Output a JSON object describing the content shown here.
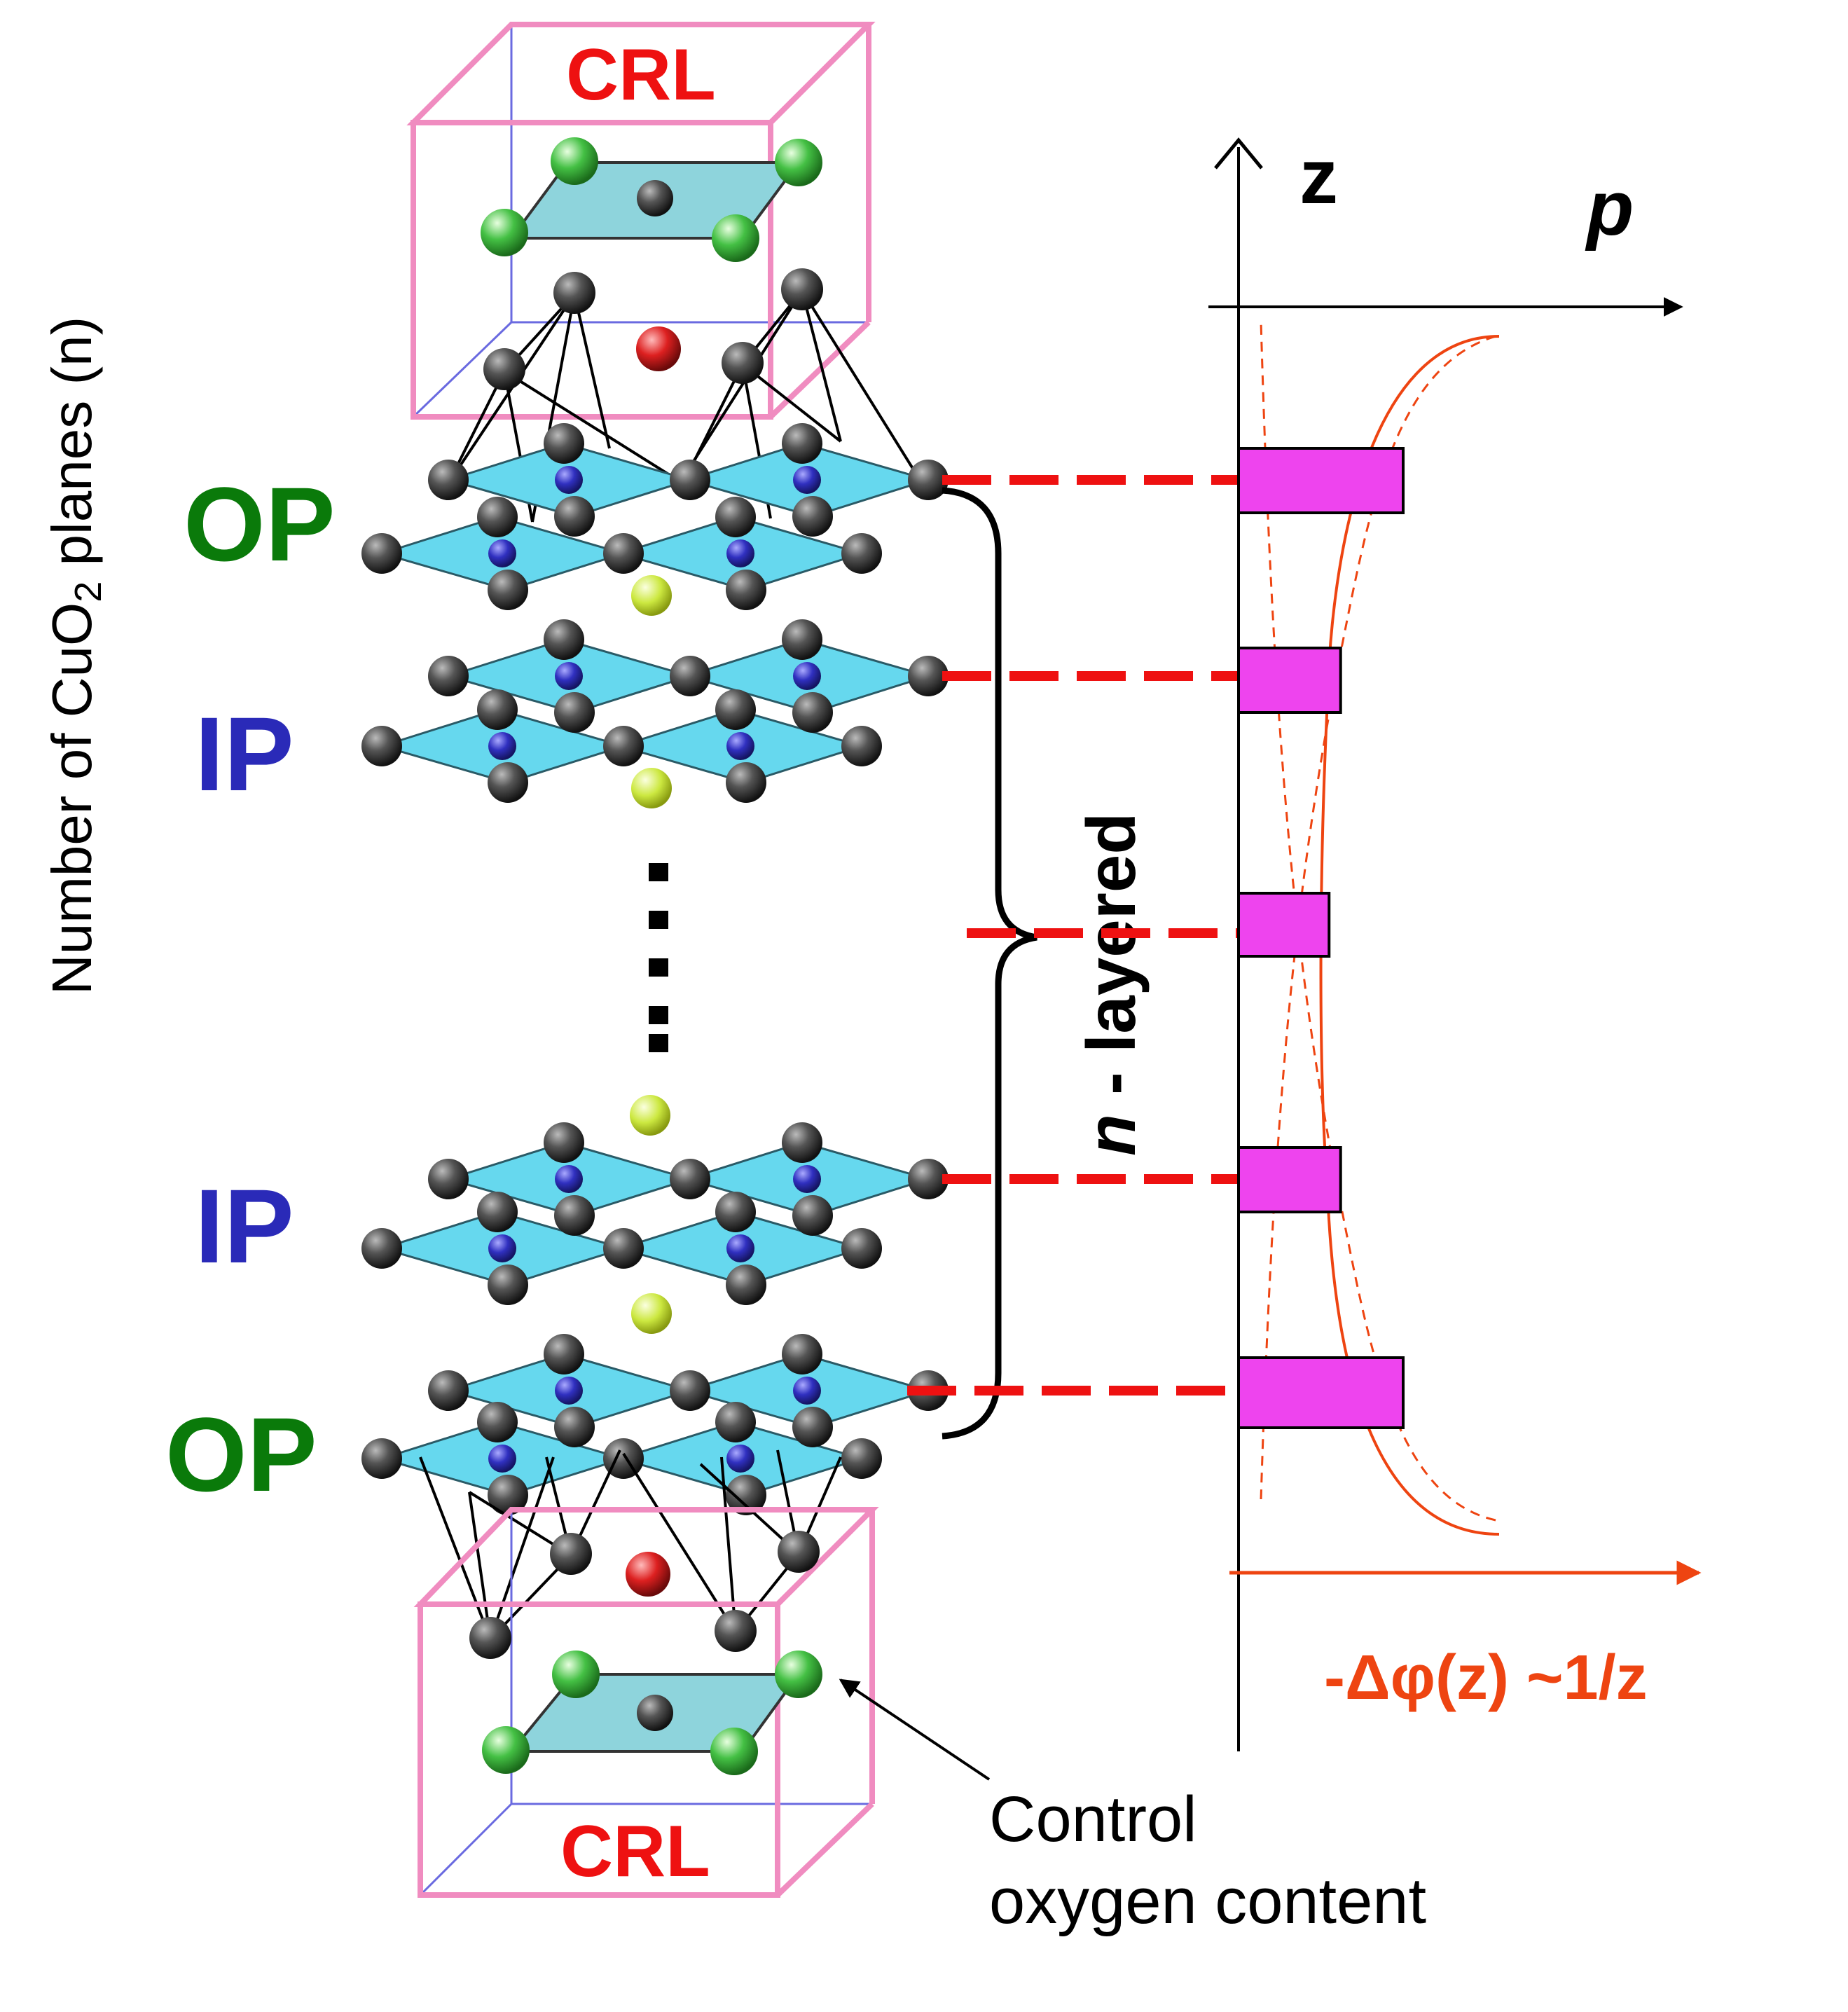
{
  "labels": {
    "crl_top": "CRL",
    "crl_bottom": "CRL",
    "op_top": "OP",
    "ip_top": "IP",
    "ip_bottom": "IP",
    "op_bottom": "OP",
    "vertical_axis_prefix": "Number of CuO",
    "vertical_axis_subscript": "2",
    "vertical_axis_suffix": " planes (n)",
    "n_layered_italic": "n",
    "n_layered_rest": " - layered",
    "z_axis": "z",
    "p_axis": "p",
    "potential_label": "-Δφ(z) ~1/z",
    "annotation_line1": "Control",
    "annotation_line2": "oxygen content"
  },
  "colors": {
    "crl_text": "#ee1111",
    "op_text": "#0a7a0a",
    "ip_text": "#2a2ab8",
    "crl_box": "#f08cc0",
    "crl_back_edge": "#6a6ae0",
    "plane_fill": "#66d8ee",
    "cu_atom": "#2a2ad0",
    "o_atom": "#222222",
    "apical_ca": "#c8e040",
    "crl_green": "#2ab02a",
    "crl_red": "#cc1111",
    "dash_red": "#ee1111",
    "doping_bar": "#ee44ee",
    "curve_red": "#ee4411",
    "black": "#000000"
  },
  "doping_bars": [
    {
      "layer": "OP",
      "relative_p": 1.0
    },
    {
      "layer": "IP",
      "relative_p": 0.62
    },
    {
      "layer": "IP",
      "relative_p": 0.55
    },
    {
      "layer": "IP",
      "relative_p": 0.62
    },
    {
      "layer": "OP",
      "relative_p": 1.0
    }
  ]
}
